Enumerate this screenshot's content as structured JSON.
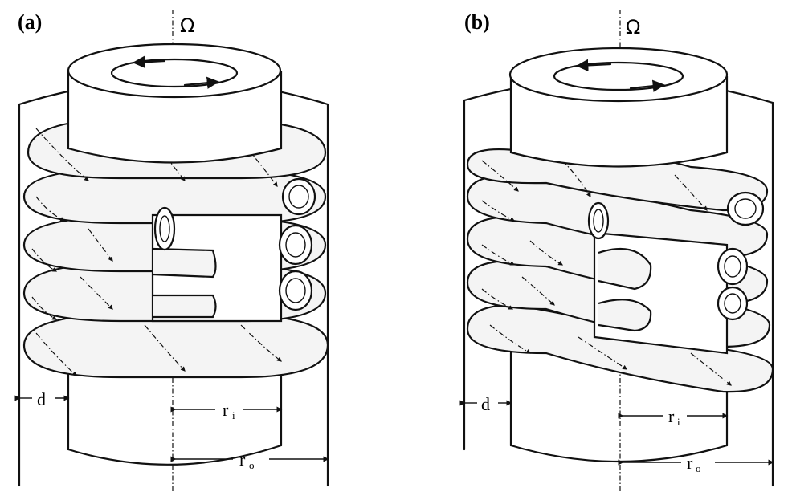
{
  "panels": [
    {
      "label": "(a)",
      "rotation_symbol": "Ω",
      "gap_label": "d",
      "inner_radius_label": "r",
      "inner_radius_subscript": "i",
      "outer_radius_label": "r",
      "outer_radius_subscript": "o",
      "vortex_style": "Taylor vortex flow"
    },
    {
      "label": "(b)",
      "rotation_symbol": "Ω",
      "gap_label": "d",
      "inner_radius_label": "r",
      "inner_radius_subscript": "i",
      "outer_radius_label": "r",
      "outer_radius_subscript": "o",
      "vortex_style": "wavy vortex flow"
    }
  ],
  "colors": {
    "ink": "#111111",
    "vortex_fill": "#f4f4f4",
    "background": "#ffffff"
  }
}
